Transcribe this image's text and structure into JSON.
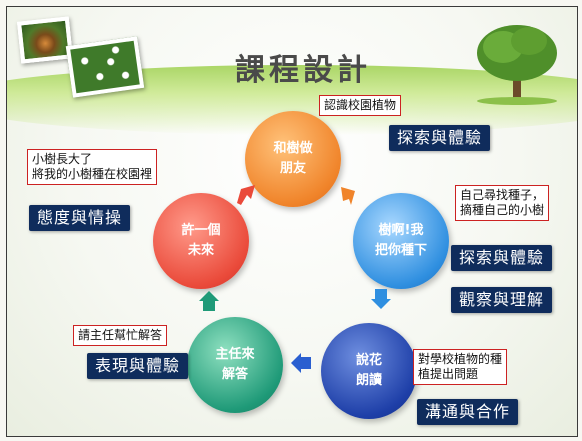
{
  "title": "課程設計",
  "cycle": {
    "step1": "和樹做\n朋友",
    "step2": "樹啊!我\n把你種下",
    "step3": "說花\n朗讀",
    "step4": "主任來\n解答",
    "step5": "許一個\n未來"
  },
  "notes": {
    "top": "認識校園植物",
    "right": "自己尋找種子，\n摘種自己的小樹",
    "bottom_right": "對學校植物的種\n植提出問題",
    "bottom_left": "請主任幫忙解答",
    "left": "小樹長大了\n將我的小樹種在校園裡"
  },
  "tags": {
    "explore_top": "探索與體驗",
    "explore_right": "探索與體驗",
    "observe": "觀察與理解",
    "communicate": "溝通與合作",
    "express": "表現與體驗",
    "attitude": "態度與情操"
  },
  "colors": {
    "step1": "#f0842a",
    "step2": "#2f8fe0",
    "step3": "#1e3fa8",
    "step4": "#1f9a78",
    "step5": "#ea4a3a",
    "tag_bg": "#0f2c5c"
  }
}
